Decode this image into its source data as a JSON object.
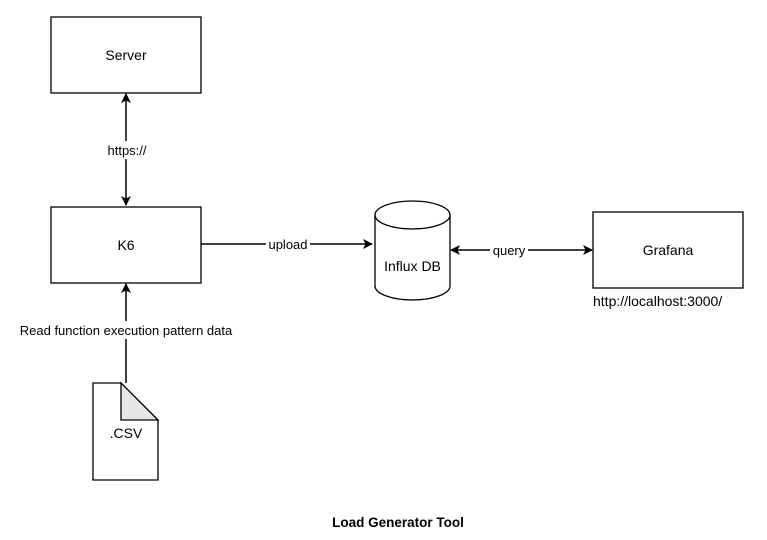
{
  "diagram": {
    "caption": "Load Generator Tool",
    "nodes": {
      "server": {
        "label": "Server",
        "shape": "rectangle"
      },
      "k6": {
        "label": "K6",
        "shape": "rectangle"
      },
      "influx": {
        "label": "Influx DB",
        "shape": "cylinder"
      },
      "grafana": {
        "label": "Grafana",
        "shape": "rectangle",
        "note": "http://localhost:3000/"
      },
      "csv": {
        "label": ".CSV",
        "shape": "document"
      }
    },
    "edges": {
      "server_k6": {
        "from": "server",
        "to": "k6",
        "label": "https://",
        "direction": "both"
      },
      "k6_influx": {
        "from": "k6",
        "to": "influx",
        "label": "upload",
        "direction": "forward"
      },
      "influx_grafana": {
        "from": "influx",
        "to": "grafana",
        "label": "query",
        "direction": "both"
      },
      "csv_k6": {
        "from": "csv",
        "to": "k6",
        "label": "Read function execution pattern data",
        "direction": "forward"
      }
    },
    "colors": {
      "stroke": "#000000",
      "fill": "#ffffff",
      "fold_fill": "#e6e6e6",
      "text": "#000000"
    }
  }
}
